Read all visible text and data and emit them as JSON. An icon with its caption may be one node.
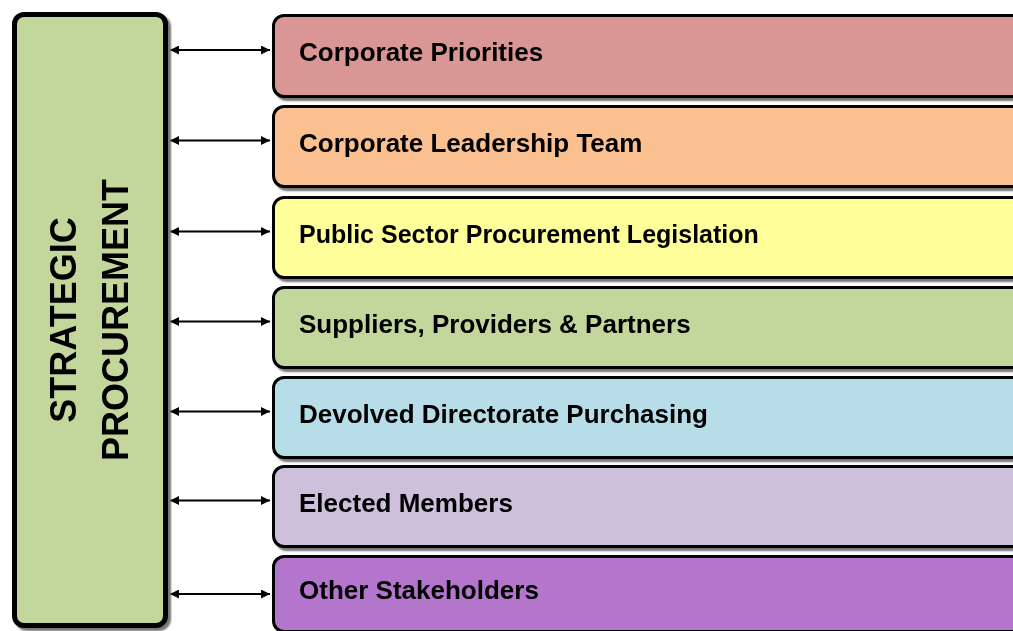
{
  "diagram": {
    "nodes": [
      {
        "text": [
          "STRATEGIC PROCUREMENT"
        ]
      },
      {
        "text": [
          "Corporate Priorities"
        ]
      },
      {
        "text": [
          "Corporate Leadership Team"
        ]
      },
      {
        "text": [
          "Public Sector Procurement Legislation"
        ]
      },
      {
        "text": [
          "Suppliers, Providers & Partners"
        ]
      },
      {
        "text": [
          "Devolved Directorate Purchasing"
        ]
      },
      {
        "text": [
          "Elected Members"
        ]
      },
      {
        "text": [
          "Other Stakeholders"
        ]
      }
    ],
    "edges": [
      {
        "from": 0,
        "to": 1,
        "arrow": "both"
      },
      {
        "from": 0,
        "to": 2,
        "arrow": "both"
      },
      {
        "from": 0,
        "to": 3,
        "arrow": "both"
      },
      {
        "from": 0,
        "to": 4,
        "arrow": "both"
      },
      {
        "from": 0,
        "to": 5,
        "arrow": "both"
      },
      {
        "from": 0,
        "to": 6,
        "arrow": "both"
      },
      {
        "from": 0,
        "to": 7,
        "arrow": "both"
      }
    ]
  }
}
